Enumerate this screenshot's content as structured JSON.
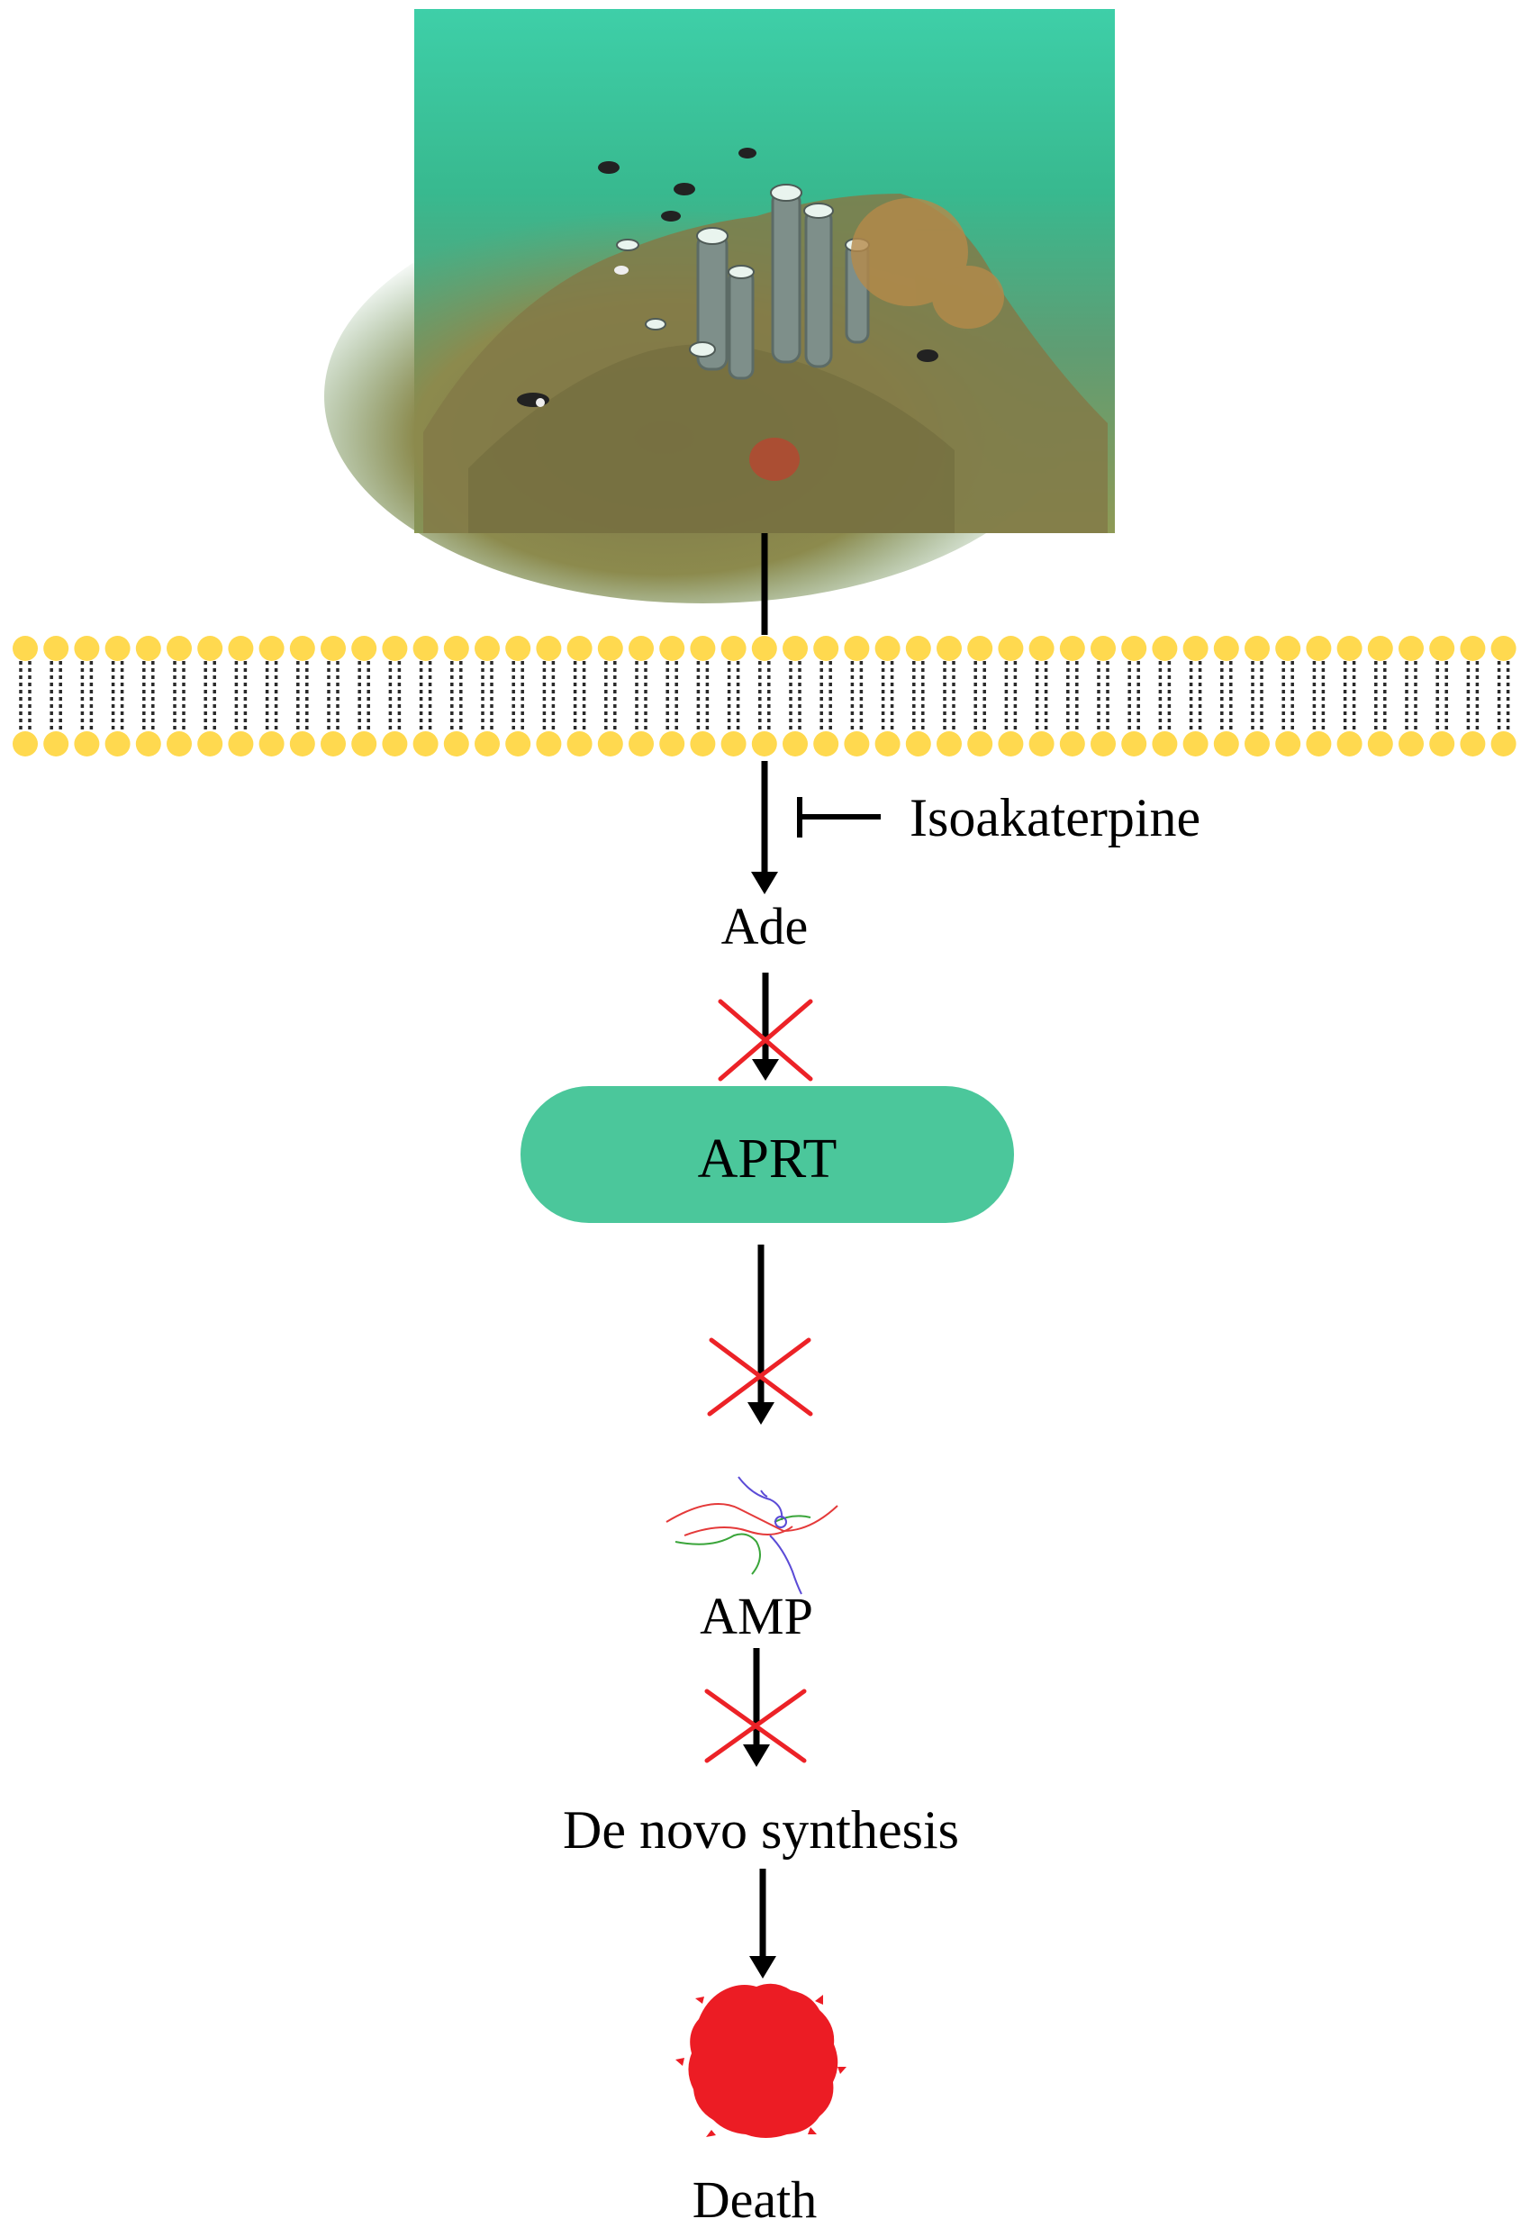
{
  "labels": {
    "inhibitor": "Isoakaterpine",
    "ade": "Ade",
    "enzyme": "APRT",
    "amp": "AMP",
    "synthesis": "De novo synthesis",
    "death": "Death"
  },
  "colors": {
    "enzyme_fill": "#4bc79b",
    "lipid_head": "#ffd94f",
    "lipid_tail": "#2a2a2a",
    "block_x": "#ec2227",
    "death": "#ec1c24",
    "water_top": "#3ecfa8",
    "water_bottom": "#8f9a55"
  },
  "blocked_steps": 3,
  "icons": {
    "photo": "underwater-sponge-reef-photo",
    "membrane": "lipid-bilayer",
    "amp_structure": "amp-molecular-structure",
    "death_marker": "dead-cell-blob"
  }
}
